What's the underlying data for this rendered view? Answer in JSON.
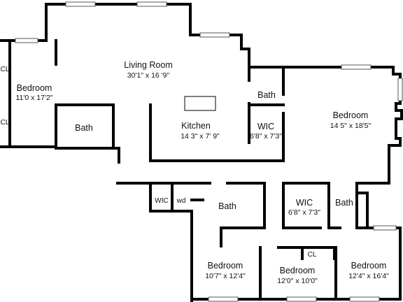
{
  "rooms": {
    "living": {
      "name": "Living Room",
      "dim": "30'1\" x 16 '9\""
    },
    "bedroom_w": {
      "name": "Bedroom",
      "dim": "11'0 x 17'2\""
    },
    "cl_upper": {
      "name": "CL"
    },
    "cl_lower": {
      "name": "CL"
    },
    "bath_w": {
      "name": "Bath"
    },
    "kitchen": {
      "name": "Kitchen",
      "dim": "14 3\" x 7' 9\""
    },
    "bath_master": {
      "name": "Bath"
    },
    "wic_master": {
      "name": "WIC",
      "dim": "6'8\" x 7'3\""
    },
    "bedroom_master": {
      "name": "Bedroom",
      "dim": "14 5\" x 18'5\""
    },
    "wic_hall": {
      "name": "WIC"
    },
    "wd": {
      "name": "wd"
    },
    "bath_hall": {
      "name": "Bath"
    },
    "wic_se": {
      "name": "WIC",
      "dim": "6'8\" x 7'3\""
    },
    "bath_se": {
      "name": "Bath"
    },
    "bedroom_sw": {
      "name": "Bedroom",
      "dim": "10'7\" x 12'4\""
    },
    "bedroom_sm": {
      "name": "Bedroom",
      "dim": "12'0\" x 10'0\""
    },
    "cl_sm": {
      "name": "CL"
    },
    "bedroom_se": {
      "name": "Bedroom",
      "dim": "12'4\" x 16'4\""
    }
  },
  "colors": {
    "wall": "#000000",
    "background": "#ffffff",
    "window": "#ffffff"
  }
}
